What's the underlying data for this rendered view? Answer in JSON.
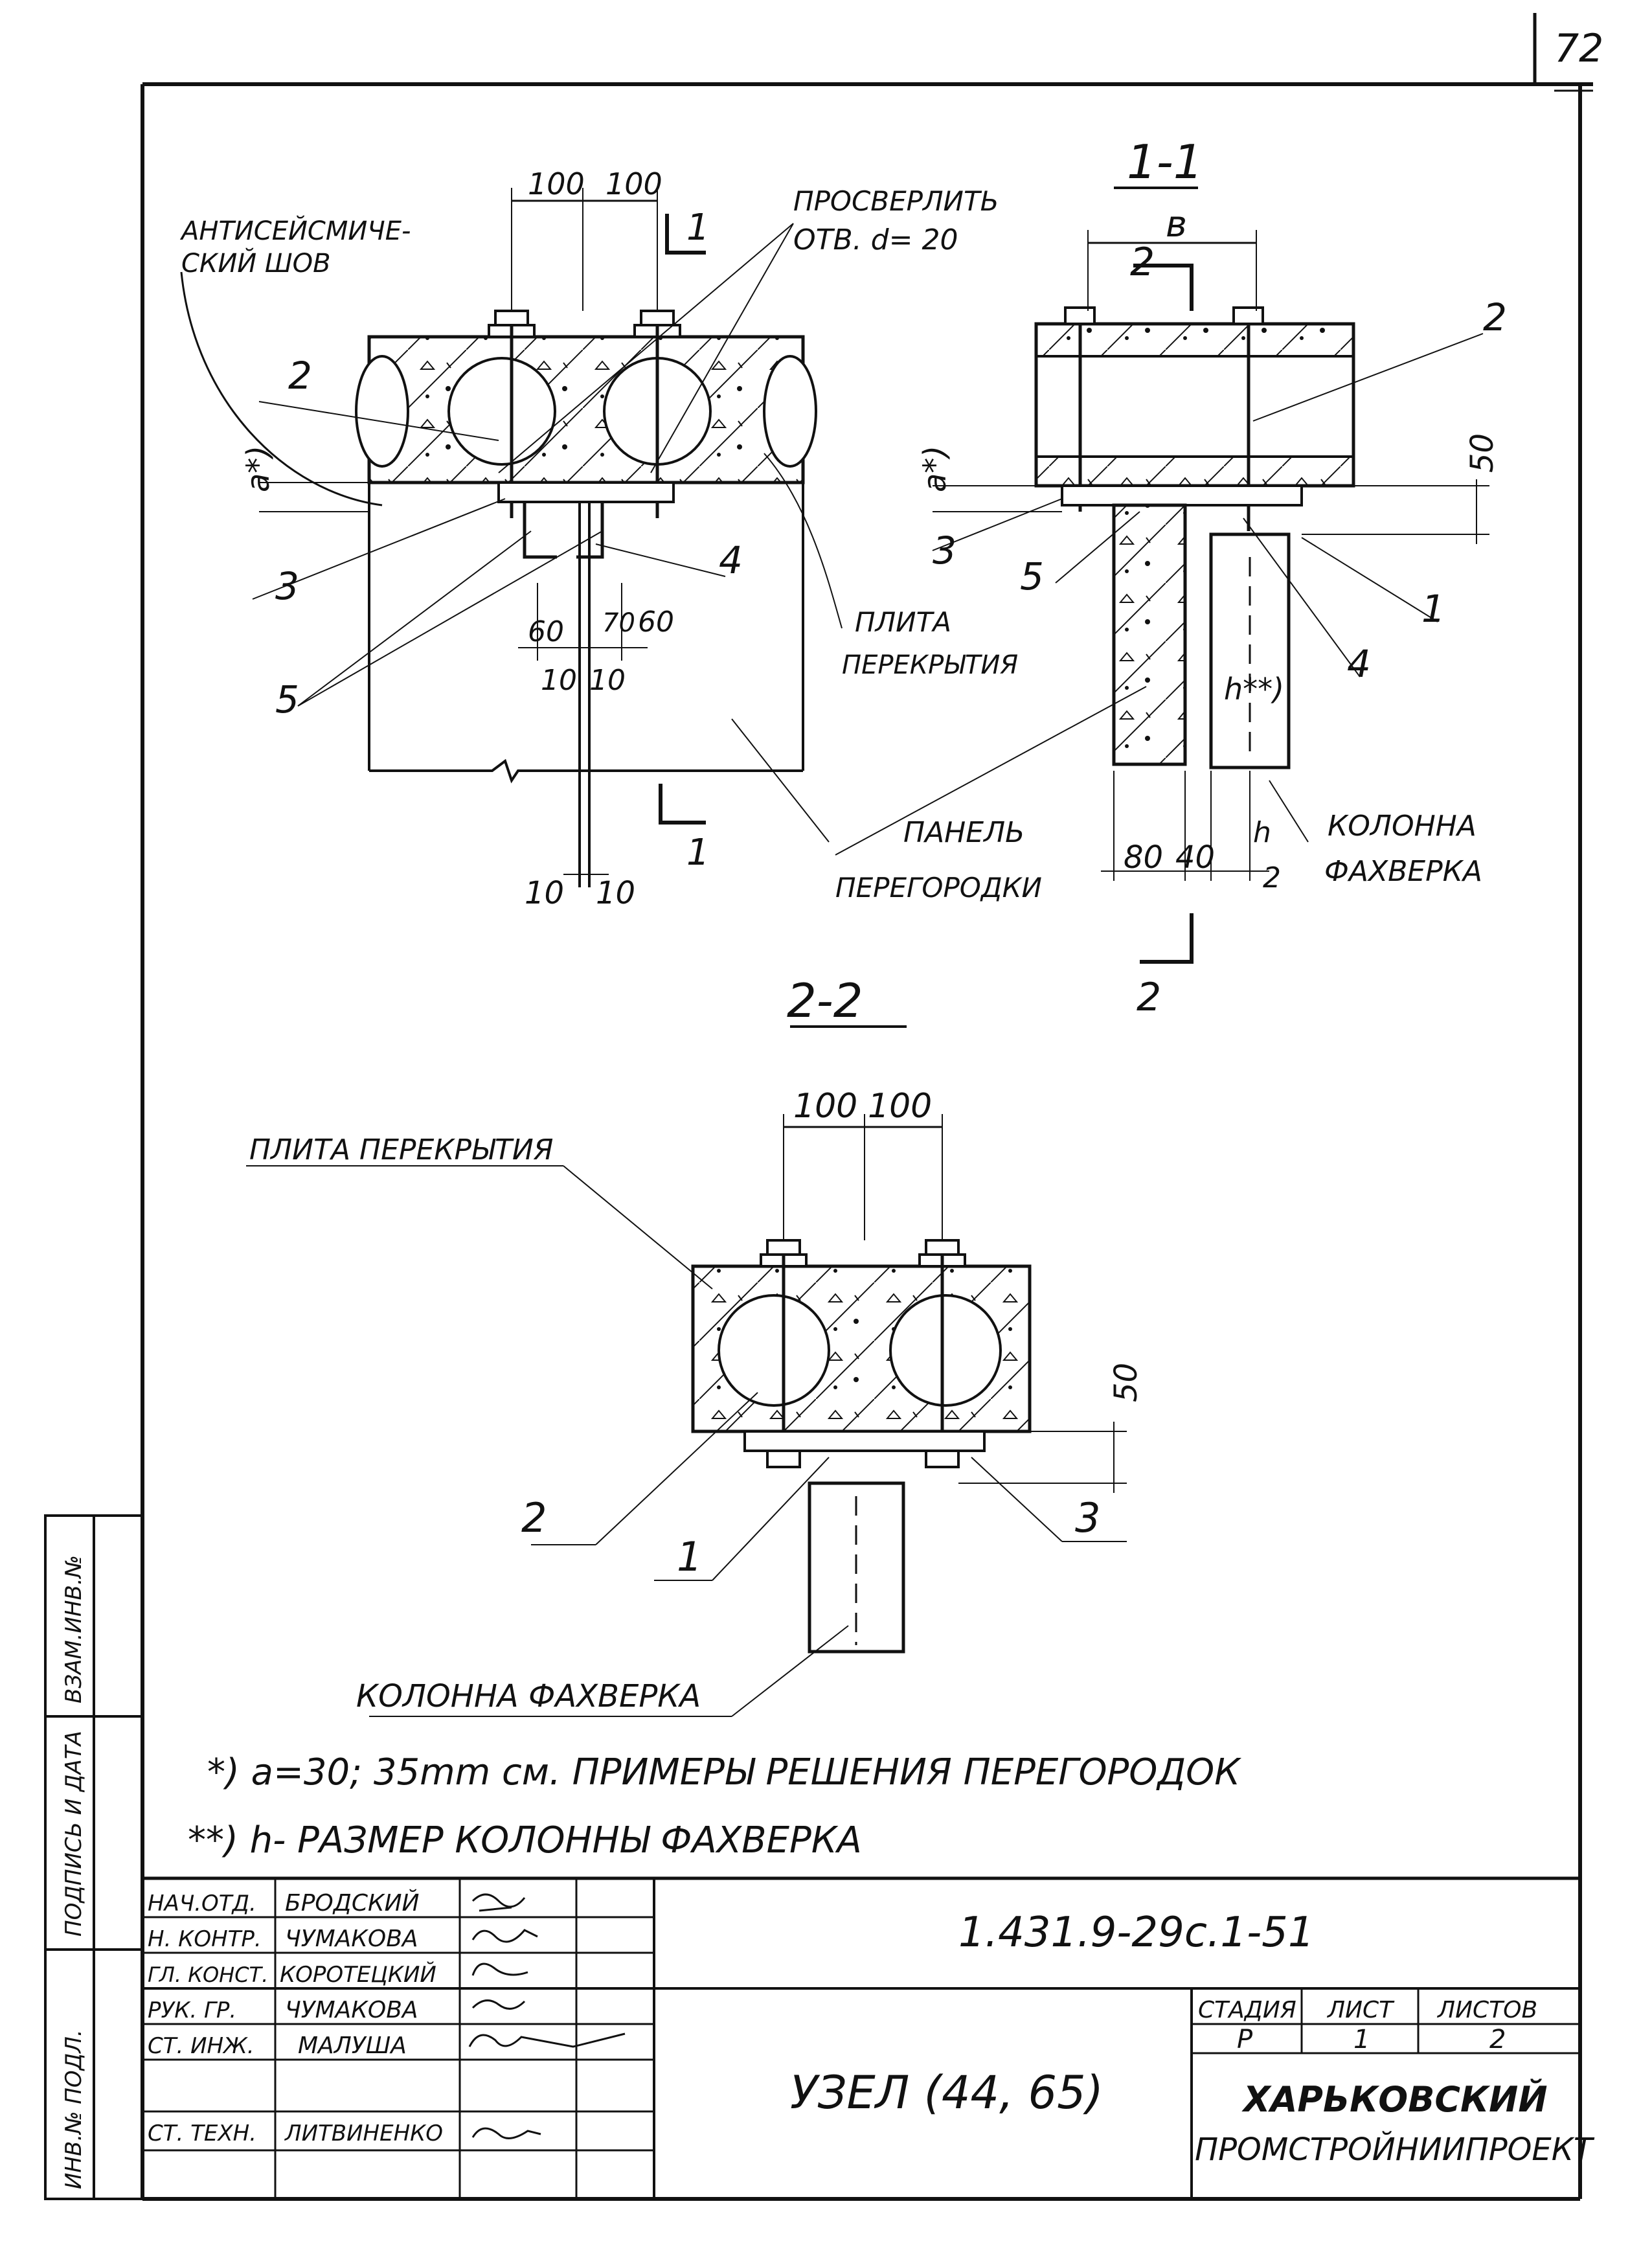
{
  "sheet": {
    "page_number": "72",
    "colors": {
      "ink": "#111111",
      "paper": "#ffffff"
    }
  },
  "section_a": {
    "dim_top_left": "100",
    "dim_top_right": "100",
    "label_anti_seismic_1": "АНТИСЕЙСМИЧЕ-",
    "label_anti_seismic_2": "СКИЙ ШОВ",
    "label_drill_1": "ПРОСВЕРЛИТЬ",
    "label_drill_2": "ОТВ. d= 20",
    "section_mark_top": "1",
    "section_mark_bottom": "1",
    "callout_2": "2",
    "callout_3": "3",
    "callout_4": "4",
    "callout_5": "5",
    "dim_a": "a*)",
    "dim_70": "70",
    "dim_60_left": "60",
    "dim_60_right": "60",
    "dim_10_left": "10",
    "dim_10_right": "10",
    "dim_bottom_10_left": "10",
    "dim_bottom_10_right": "10",
    "label_slab_1": "ПЛИТА",
    "label_slab_2": "ПЕРЕКРЫТИЯ",
    "label_panel_1": "ПАНЕЛЬ",
    "label_panel_2": "ПЕРЕГОРОДКИ"
  },
  "section_1_1": {
    "title": "1-1",
    "dim_b": "в",
    "section_mark_2_top": "2",
    "section_mark_2_bottom": "2",
    "callout_1": "1",
    "callout_2": "2",
    "callout_3": "3",
    "callout_4": "4",
    "callout_5": "5",
    "dim_50": "50",
    "dim_a": "a*)",
    "dim_h": "h**)",
    "dim_80": "80",
    "dim_40": "40",
    "dim_h_half_num": "h",
    "dim_h_half_den": "2",
    "label_column_1": "КОЛОННА",
    "label_column_2": "ФАХВЕРКА"
  },
  "section_2_2": {
    "title": "2-2",
    "dim_left": "100",
    "dim_right": "100",
    "label_slab": "ПЛИТА ПЕРЕКРЫТИЯ",
    "dim_50": "50",
    "callout_1": "1",
    "callout_2": "2",
    "callout_3": "3",
    "label_column": "КОЛОННА ФАХВЕРКА"
  },
  "notes": {
    "note_1": "*) a=30; 35mm см. ПРИМЕРЫ РЕШЕНИЯ ПЕРЕГОРОДОК",
    "note_2": "**) h- РАЗМЕР КОЛОННЫ ФАХВЕРКА"
  },
  "side_stamp": {
    "cell_1": "ВЗАМ.ИНВ.№",
    "cell_2": "ПОДПИСЬ И ДАТА",
    "cell_3": "ИНВ.№ ПОДЛ."
  },
  "title_block": {
    "document_code": "1.431.9-29c.1-51",
    "title": "УЗЕЛ (44, 65)",
    "organization_1": "ХАРЬКОВСКИЙ",
    "organization_2": "ПРОМСТРОЙНИИПРОЕКТ",
    "stage_header": "СТАДИЯ",
    "sheet_header": "ЛИСТ",
    "sheets_header": "ЛИСТОВ",
    "stage_value": "Р",
    "sheet_value": "1",
    "sheets_value": "2",
    "staff": [
      {
        "role": "НАЧ.ОТД.",
        "name": "БРОДСКИЙ"
      },
      {
        "role": "Н. КОНТР.",
        "name": "ЧУМАКОВА"
      },
      {
        "role": "ГЛ. КОНСТ.",
        "name": "КОРОТЕЦКИЙ"
      },
      {
        "role": "РУК. ГР.",
        "name": "ЧУМАКОВА"
      },
      {
        "role": "СТ. ИНЖ.",
        "name": "МАЛУША"
      },
      {
        "role": "",
        "name": ""
      },
      {
        "role": "СТ. ТЕХН.",
        "name": "ЛИТВИНЕНКО"
      }
    ]
  }
}
